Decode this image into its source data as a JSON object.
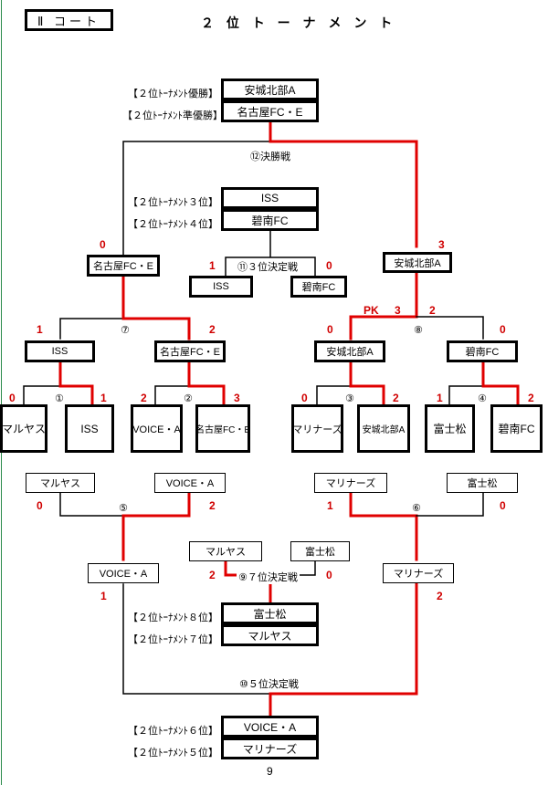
{
  "header": {
    "court": "Ⅱ コート",
    "title": "２ 位 ト ー ナ メ ン ト"
  },
  "page_number": "9",
  "results": [
    {
      "key": "champion",
      "label": "【２位ﾄｰﾅﾒﾝﾄ優勝】",
      "team": "安城北部A"
    },
    {
      "key": "runner_up",
      "label": "【２位ﾄｰﾅﾒﾝﾄ準優勝】",
      "team": "名古屋FC・E"
    },
    {
      "key": "third",
      "label": "【２位ﾄｰﾅﾒﾝﾄ３位】",
      "team": "ISS"
    },
    {
      "key": "fourth",
      "label": "【２位ﾄｰﾅﾒﾝﾄ４位】",
      "team": "碧南FC"
    },
    {
      "key": "eighth",
      "label": "【２位ﾄｰﾅﾒﾝﾄ８位】",
      "team": "富士松"
    },
    {
      "key": "seventh",
      "label": "【２位ﾄｰﾅﾒﾝﾄ７位】",
      "team": "マルヤス"
    },
    {
      "key": "sixth",
      "label": "【２位ﾄｰﾅﾒﾝﾄ６位】",
      "team": "VOICE・A"
    },
    {
      "key": "fifth",
      "label": "【２位ﾄｰﾅﾒﾝﾄ５位】",
      "team": "マリナーズ"
    }
  ],
  "first_round": [
    {
      "no": "①",
      "left": {
        "team": "マルヤス",
        "score": "0"
      },
      "right": {
        "team": "ISS",
        "score": "1"
      }
    },
    {
      "no": "②",
      "left": {
        "team": "VOICE・A",
        "score": "2"
      },
      "right": {
        "team": "名古屋FC・E",
        "score": "3"
      }
    },
    {
      "no": "③",
      "left": {
        "team": "マリナーズ",
        "score": "0"
      },
      "right": {
        "team": "安城北部A",
        "score": "2"
      }
    },
    {
      "no": "④",
      "left": {
        "team": "富士松",
        "score": "1"
      },
      "right": {
        "team": "碧南FC",
        "score": "2"
      }
    }
  ],
  "semifinals": [
    {
      "no": "⑦",
      "left": {
        "team": "ISS",
        "score": "1"
      },
      "right": {
        "team": "名古屋FC・E",
        "score": "2"
      }
    },
    {
      "no": "⑧",
      "pk": "PK",
      "pk_score": "3",
      "left": {
        "team": "安城北部A",
        "score": "0"
      },
      "right": {
        "team": "碧南FC",
        "score": "0"
      }
    }
  ],
  "final": {
    "no": "⑫決勝戦",
    "left": {
      "team": "名古屋FC・E",
      "score": "0"
    },
    "right": {
      "team": "安城北部A",
      "score": "3"
    }
  },
  "right_semi_winner_score": "2",
  "third_place": {
    "no": "⑪３位決定戦",
    "left": {
      "team": "ISS",
      "score": "1"
    },
    "right": {
      "team": "碧南FC",
      "score": "0"
    }
  },
  "consolation": [
    {
      "no": "⑤",
      "left": {
        "team": "マルヤス",
        "score": "0"
      },
      "right": {
        "team": "VOICE・A",
        "score": "2"
      }
    },
    {
      "no": "⑥",
      "left": {
        "team": "マリナーズ",
        "score": "1"
      },
      "right": {
        "team": "富士松",
        "score": "0"
      }
    }
  ],
  "seventh_place": {
    "no": "⑨７位決定戦",
    "left": {
      "team": "マルヤス",
      "score": "2"
    },
    "right": {
      "team": "富士松",
      "score": "0"
    }
  },
  "fifth_place": {
    "no": "⑩５位決定戦",
    "left": {
      "team": "VOICE・A",
      "score": "1"
    },
    "right": {
      "team": "マリナーズ",
      "score": "2"
    }
  }
}
